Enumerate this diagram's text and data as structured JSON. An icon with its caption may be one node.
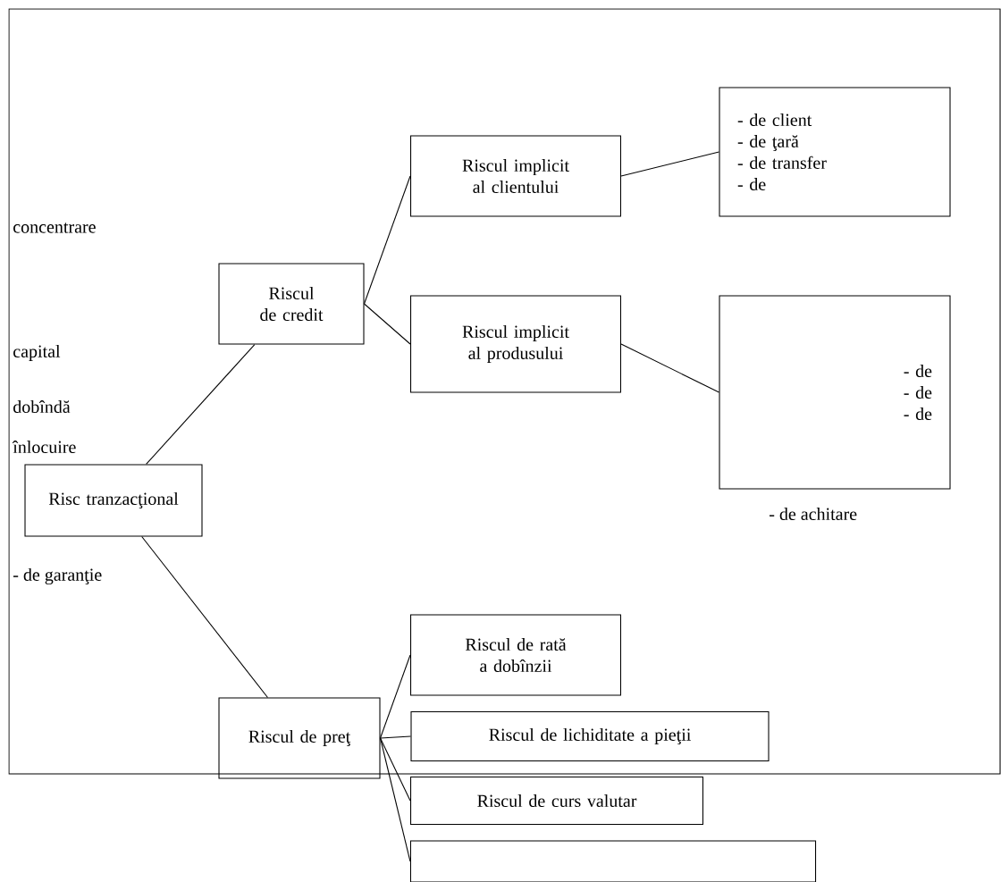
{
  "diagram": {
    "nodes": [
      {
        "text": [
          "Risc tranzacţional"
        ]
      },
      {
        "text": [
          "Riscul de credit"
        ]
      },
      {
        "text": [
          "Riscul implicit al clientului"
        ]
      },
      {
        "text": [
          "- de client",
          "- de ţară",
          "- de transfer",
          "- de"
        ]
      },
      {
        "text": [
          "Riscul implicit al produsului"
        ]
      },
      {
        "text": [
          "- de",
          "- de",
          "- de"
        ]
      },
      {
        "text": [
          "Riscul de preţ"
        ]
      },
      {
        "text": [
          "Riscul de rată a dobînzii"
        ]
      },
      {
        "text": [
          "Riscul de lichiditate a pieţii"
        ]
      },
      {
        "text": [
          "Riscul de curs valutar"
        ]
      },
      {
        "text": [],
        "shape": "box"
      }
    ],
    "edges": [
      {
        "from": 0,
        "to": 1,
        "arrow": "none"
      },
      {
        "from": 0,
        "to": 6,
        "arrow": "none"
      },
      {
        "from": 1,
        "to": 2,
        "arrow": "none"
      },
      {
        "from": 1,
        "to": 4,
        "arrow": "none"
      },
      {
        "from": 2,
        "to": 3,
        "arrow": "none"
      },
      {
        "from": 4,
        "to": 5,
        "arrow": "none"
      },
      {
        "from": 6,
        "to": 7,
        "arrow": "none"
      },
      {
        "from": 6,
        "to": 8,
        "arrow": "none"
      },
      {
        "from": 6,
        "to": 9,
        "arrow": "none"
      },
      {
        "from": 6,
        "to": 10,
        "arrow": "none"
      }
    ],
    "labels": [
      "concentrare",
      "capital",
      "dobîndă",
      "înlocuire",
      "- de garanţie",
      "- de achitare"
    ]
  }
}
